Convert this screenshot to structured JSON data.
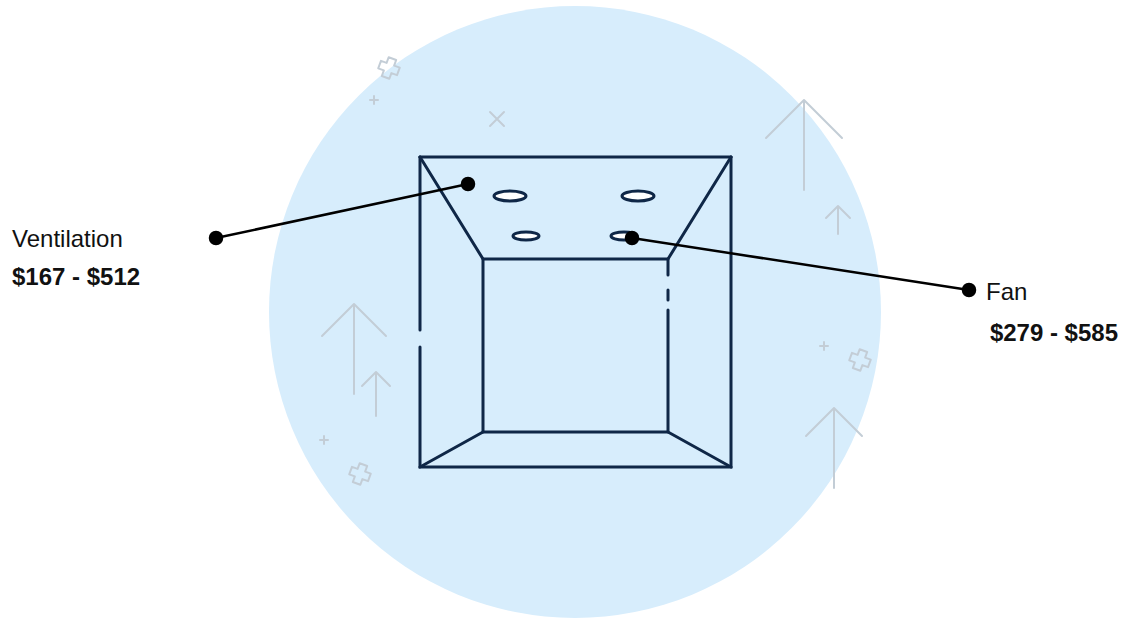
{
  "diagram": {
    "labels": [
      "Ventilation",
      "$167 - $512",
      "Fan",
      "$279 - $585"
    ]
  }
}
